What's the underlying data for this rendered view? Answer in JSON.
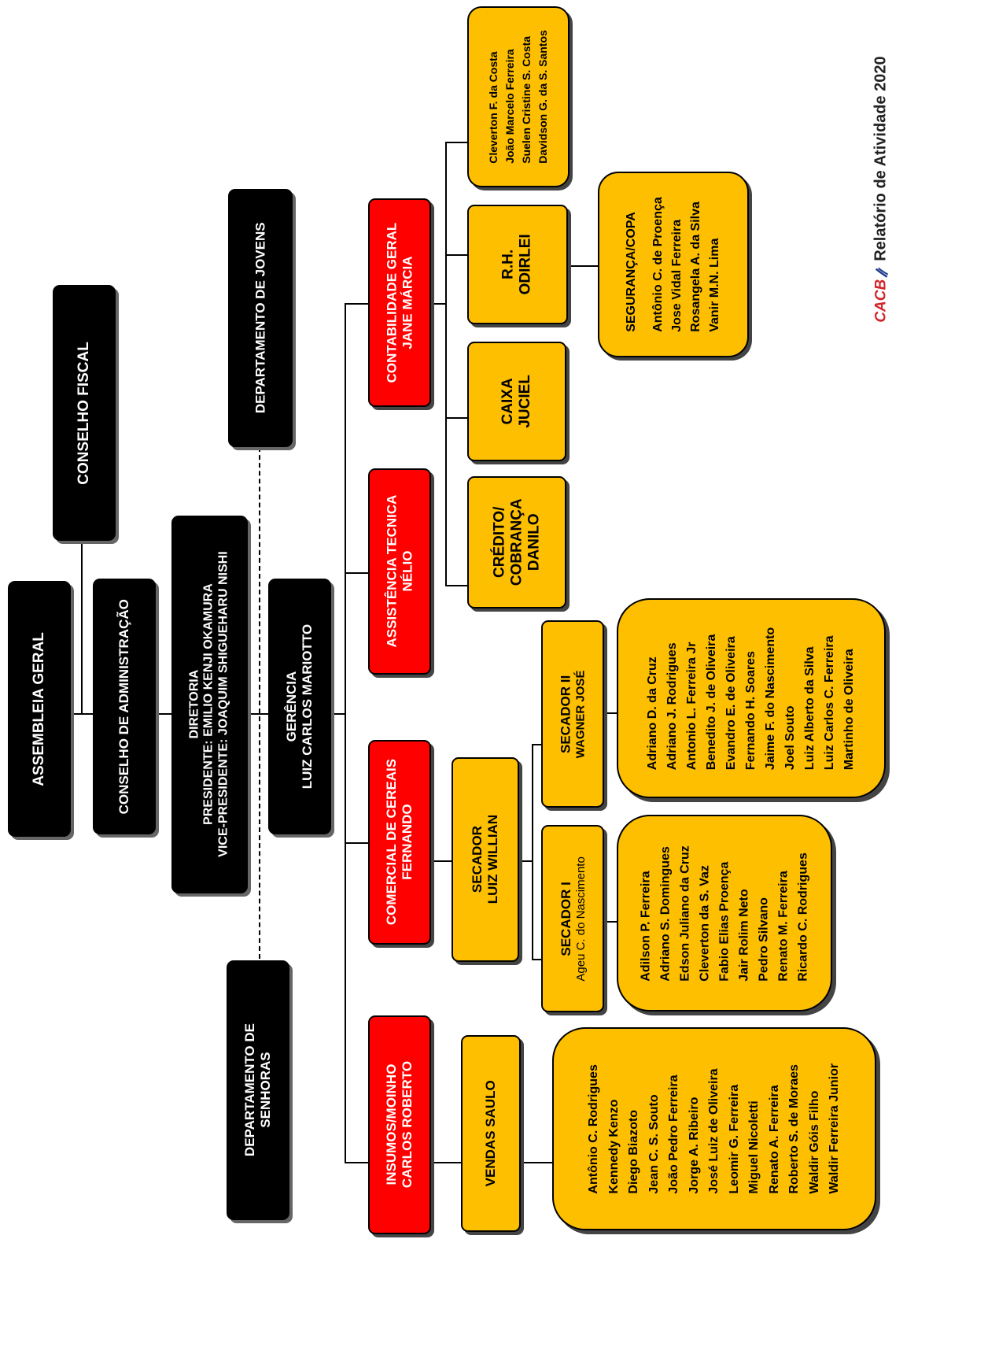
{
  "assembleia": "ASSEMBLEIA GERAL",
  "conselho_fiscal": "CONSELHO FISCAL",
  "conselho_admin": "CONSELHO DE ADMINISTRAÇÃO",
  "diretoria": [
    "DIRETORIA",
    "PRESIDENTE: EMILIO KENJI OKAMURA",
    "VICE-PRESIDENTE: JOAQUIM SHIGUEHARU NISHI"
  ],
  "gerencia": [
    "GERÊNCIA",
    "LUIZ CARLOS MARIOTTO"
  ],
  "dep_jovens": "DEPARTAMENTO DE JOVENS",
  "dep_senhoras": [
    "DEPARTAMENTO DE",
    "SENHORAS"
  ],
  "insumos": [
    "INSUMOS/MOINHO",
    "CARLOS ROBERTO"
  ],
  "comercial": [
    "COMERCIAL DE CEREAIS",
    "FERNANDO"
  ],
  "assistencia": [
    "ASSISTÊNCIA TECNICA",
    "NÉLIO"
  ],
  "contabilidade": [
    "CONTABILIDADE GERAL",
    "JANE MÁRCIA"
  ],
  "vendas": "VENDAS SAULO",
  "vendas_staff": [
    "Antônio C. Rodrigues",
    "Kennedy Kenzo",
    "Diego Biazoto",
    "Jean C. S. Souto",
    "João Pedro Ferreira",
    "Jorge A. Ribeiro",
    "José Luiz de Oliveira",
    "Leomir G. Ferreira",
    "Miguel Nicoletti",
    "Renato A. Ferreira",
    "Roberto S. de Moraes",
    "Waldir Góis Filho",
    "Waldir Ferreira Junior"
  ],
  "secador": [
    "SECADOR",
    "LUIZ WILLIAN"
  ],
  "secador1": [
    "SECADOR I",
    "Ageu C. do Nascimento"
  ],
  "secador1_staff": [
    "Adilson P. Ferreira",
    "Adriano S. Domingues",
    "Edson Juliano da Cruz",
    "Cleverton da S. Vaz",
    "Fabio Elias Proença",
    "Jair Rolim Neto",
    "Pedro Silvano",
    "Renato M. Ferreira",
    "Ricardo C. Rodrigues"
  ],
  "secador2": [
    "SECADOR II",
    "WAGNER JOSÉ"
  ],
  "secador2_staff": [
    "Adriano D. da Cruz",
    "Adriano J. Rodrigues",
    "Antonio L. Ferreira Jr",
    "Benedito J. de Oliveira",
    "Evandro E. de Oliveira",
    "Fernando H. Soares",
    "Jaime F. do Nascimento",
    "Joel Souto",
    "Luiz Alberto da Silva",
    "Luiz Carlos C. Ferreira",
    "Martinho de Oliveira"
  ],
  "credito": [
    "CRÉDITO/",
    "COBRANÇA",
    "DANILO"
  ],
  "caixa": [
    "CAIXA",
    "JUCIEL"
  ],
  "rh": [
    "R.H.",
    "ODIRLEI"
  ],
  "contab_staff": [
    "Cleverton F. da Costa",
    "João Marcelo Ferreira",
    "Suelen Cristine S. Costa",
    "Davidson G. da S. Santos"
  ],
  "seguranca_title": "SEGURANÇA/COPA",
  "seguranca_staff": [
    "Antônio C. de Proença",
    "Jose Vidal Ferreira",
    "Rosangela A. da Silva",
    "Vanir M.N. Lima"
  ],
  "footer_logo": "CACB",
  "footer_text": "Relatório de Atividade 2020",
  "colors": {
    "black_box": "#000000",
    "red_box": "#ff0000",
    "yellow_box": "#fdbf00"
  }
}
